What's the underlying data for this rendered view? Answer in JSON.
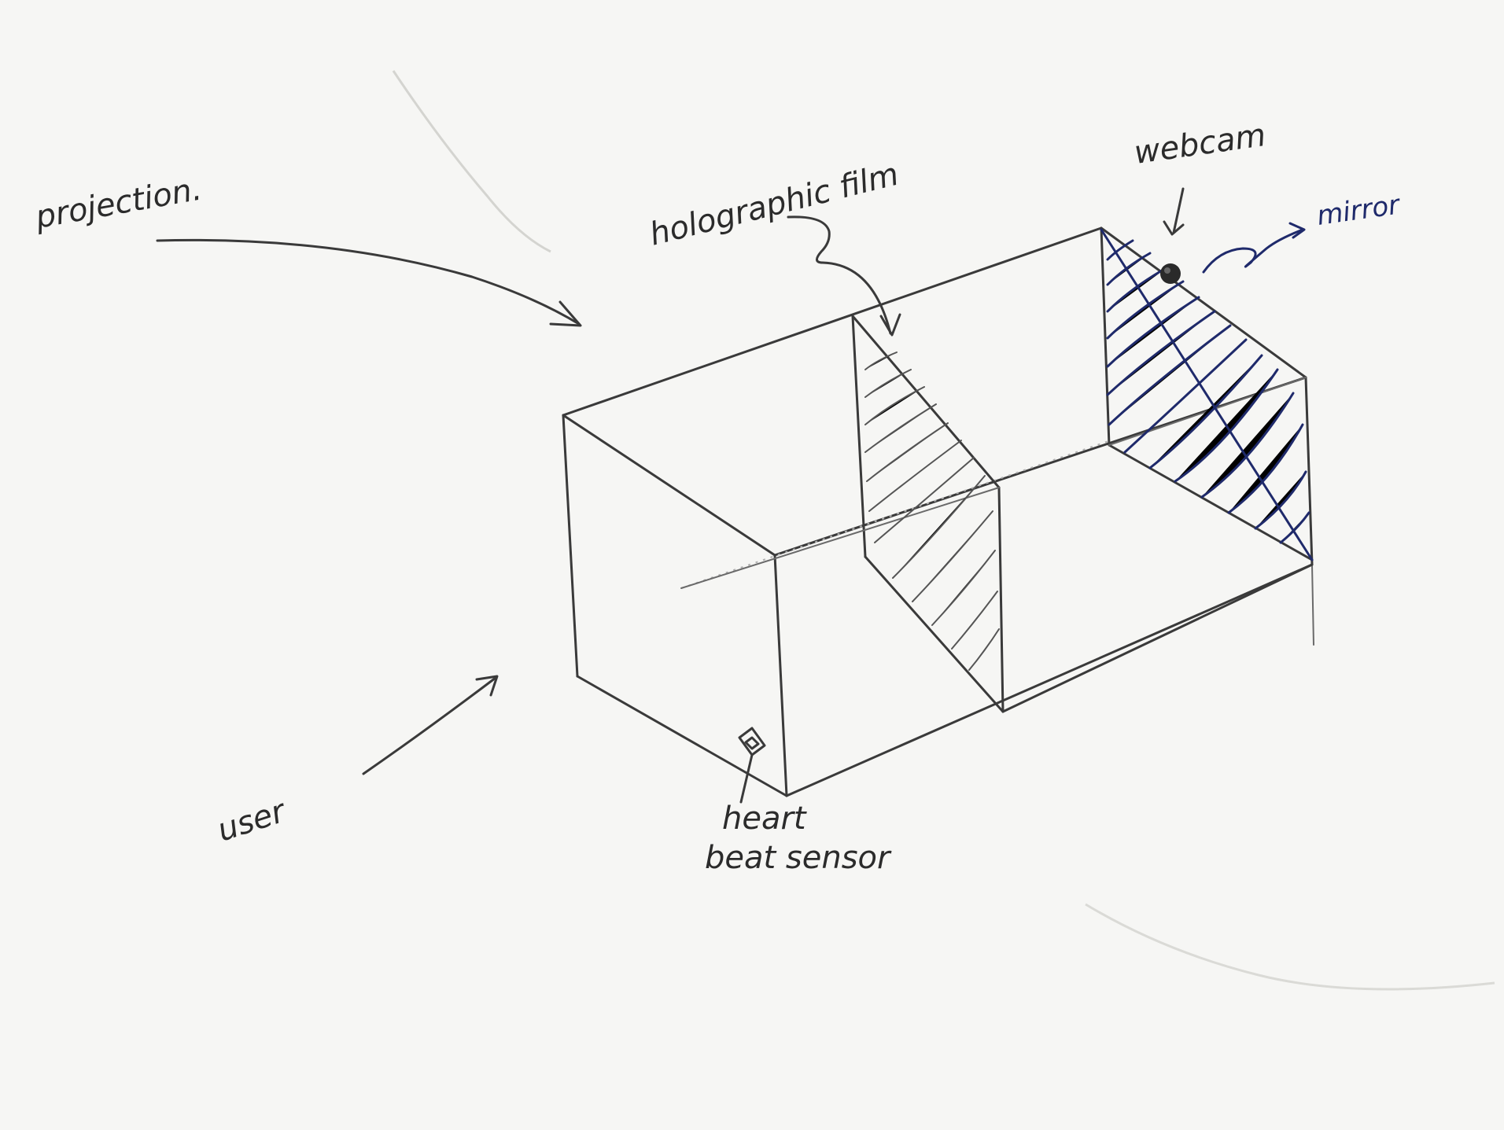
{
  "labels": {
    "projection": "projection.",
    "holographic_film": "holographic film",
    "webcam": "webcam",
    "mirror": "mirror",
    "user": "user",
    "heart": "heart",
    "beat_sensor": "beat sensor"
  },
  "colors": {
    "paper": "#f6f6f4",
    "pencil": "#3a3a3a",
    "blue_ink": "#1f2a6b"
  }
}
